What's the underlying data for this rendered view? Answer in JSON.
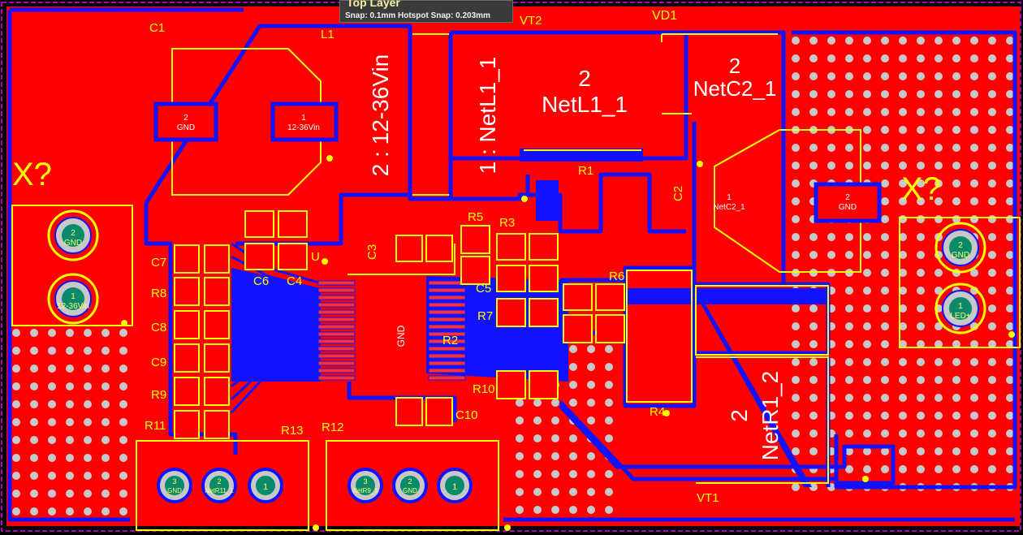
{
  "hud": {
    "layer": "Top Layer",
    "snap": "Snap: 0.1mm Hotspot Snap: 0.203mm"
  },
  "colors": {
    "board": "#ff0000",
    "trace": "#1212ff",
    "silk": "#ffff00",
    "outline": "#b000b0",
    "pad_text": "#ffffff",
    "via": "#c8c8c8",
    "pad_dark": "#0a8a6a"
  },
  "labels": {
    "c1": "C1",
    "l1": "L1",
    "vt2": "VT2",
    "vd1": "VD1",
    "x_left": "X?",
    "x_right": "X?",
    "c7": "C7",
    "r8": "R8",
    "c8": "C8",
    "c9": "C9",
    "r9": "R9",
    "r11": "R11",
    "c6": "C6",
    "c4": "C4",
    "u": "U",
    "r5": "R5",
    "r3": "R3",
    "c5": "C5",
    "r7": "R7",
    "r6": "R6",
    "r2": "R2",
    "r10": "R10",
    "c10": "C10",
    "r4": "R4",
    "r13": "R13",
    "r12": "R12",
    "vt1": "VT1",
    "r1": "R1",
    "c2": "C2",
    "c3": "C3"
  },
  "nets": {
    "vin_big": "2 : 12-36Vin",
    "netl1_big": "1 : NetL1_1",
    "netl1_num": "2",
    "netl1_name": "NetL1_1",
    "netc2_num": "2",
    "netc2_name": "NetC2_1",
    "netr1_num": "2",
    "netr1_name": "NetR1_2"
  },
  "pads": {
    "c1_p2_num": "2",
    "c1_p2_net": "GND",
    "c1_p1_num": "1",
    "c1_p1_net": "12-36Vin",
    "c2_p1_num": "1",
    "c2_p1_net": "NetC2_1",
    "c2_p2_num": "2",
    "c2_p2_net": "GND",
    "xl_p2_num": "2",
    "xl_p2_net": "GND",
    "xl_p1_num": "1",
    "xl_p1_net": "12-36Vin",
    "xr_p2_num": "2",
    "xr_p2_net": "GND",
    "xr_p1_num": "1",
    "xr_p1_net": "LED+",
    "r13_p3_num": "3",
    "r13_p3_net": "GND",
    "r13_p2_num": "2",
    "r13_p2_net": "NetR11_1",
    "r13_p1_num": "1",
    "r12_p3_num": "3",
    "r12_p3_net": "NetR9_1",
    "r12_p2_num": "2",
    "r12_p2_net": "GND",
    "r12_p1_num": "1",
    "u_center": "GND"
  }
}
